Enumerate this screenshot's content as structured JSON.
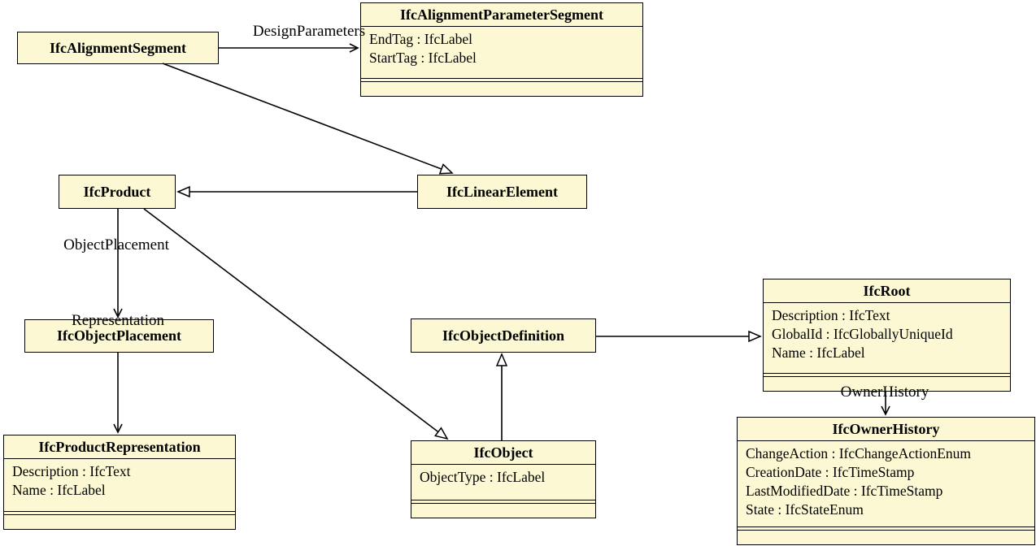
{
  "diagram": {
    "type": "uml-class-diagram",
    "box_fill_color": "#fcf8d3",
    "line_color": "#000000",
    "background_color": "#ffffff"
  },
  "nodes": {
    "ifcAlignmentSegment": {
      "title": "IfcAlignmentSegment",
      "attributes": []
    },
    "ifcAlignmentParameterSegment": {
      "title": "IfcAlignmentParameterSegment",
      "attributes": [
        "EndTag : IfcLabel",
        "StartTag : IfcLabel"
      ]
    },
    "ifcProduct": {
      "title": "IfcProduct",
      "attributes": []
    },
    "ifcLinearElement": {
      "title": "IfcLinearElement",
      "attributes": []
    },
    "ifcObjectPlacement": {
      "title": "IfcObjectPlacement",
      "attributes": []
    },
    "ifcProductRepresentation": {
      "title": "IfcProductRepresentation",
      "attributes": [
        "Description : IfcText",
        "Name : IfcLabel"
      ]
    },
    "ifcObjectDefinition": {
      "title": "IfcObjectDefinition",
      "attributes": []
    },
    "ifcObject": {
      "title": "IfcObject",
      "attributes": [
        "ObjectType : IfcLabel"
      ]
    },
    "ifcRoot": {
      "title": "IfcRoot",
      "attributes": [
        "Description : IfcText",
        "GlobalId : IfcGloballyUniqueId",
        "Name : IfcLabel"
      ]
    },
    "ifcOwnerHistory": {
      "title": "IfcOwnerHistory",
      "attributes": [
        "ChangeAction : IfcChangeActionEnum",
        "CreationDate : IfcTimeStamp",
        "LastModifiedDate : IfcTimeStamp",
        "State : IfcStateEnum"
      ]
    }
  },
  "edges": {
    "designParameters": {
      "label": "DesignParameters",
      "type": "association"
    },
    "objectPlacement": {
      "label": "ObjectPlacement",
      "type": "association"
    },
    "representation": {
      "label": "Representation",
      "type": "association"
    },
    "ownerHistory": {
      "label": "OwnerHistory",
      "type": "association"
    },
    "alignmentSegmentToLinearElement": {
      "label": "",
      "type": "generalization"
    },
    "linearElementToProduct": {
      "label": "",
      "type": "generalization"
    },
    "productToObject": {
      "label": "",
      "type": "generalization"
    },
    "objectToObjectDefinition": {
      "label": "",
      "type": "generalization"
    },
    "objectDefinitionToRoot": {
      "label": "",
      "type": "generalization"
    }
  }
}
